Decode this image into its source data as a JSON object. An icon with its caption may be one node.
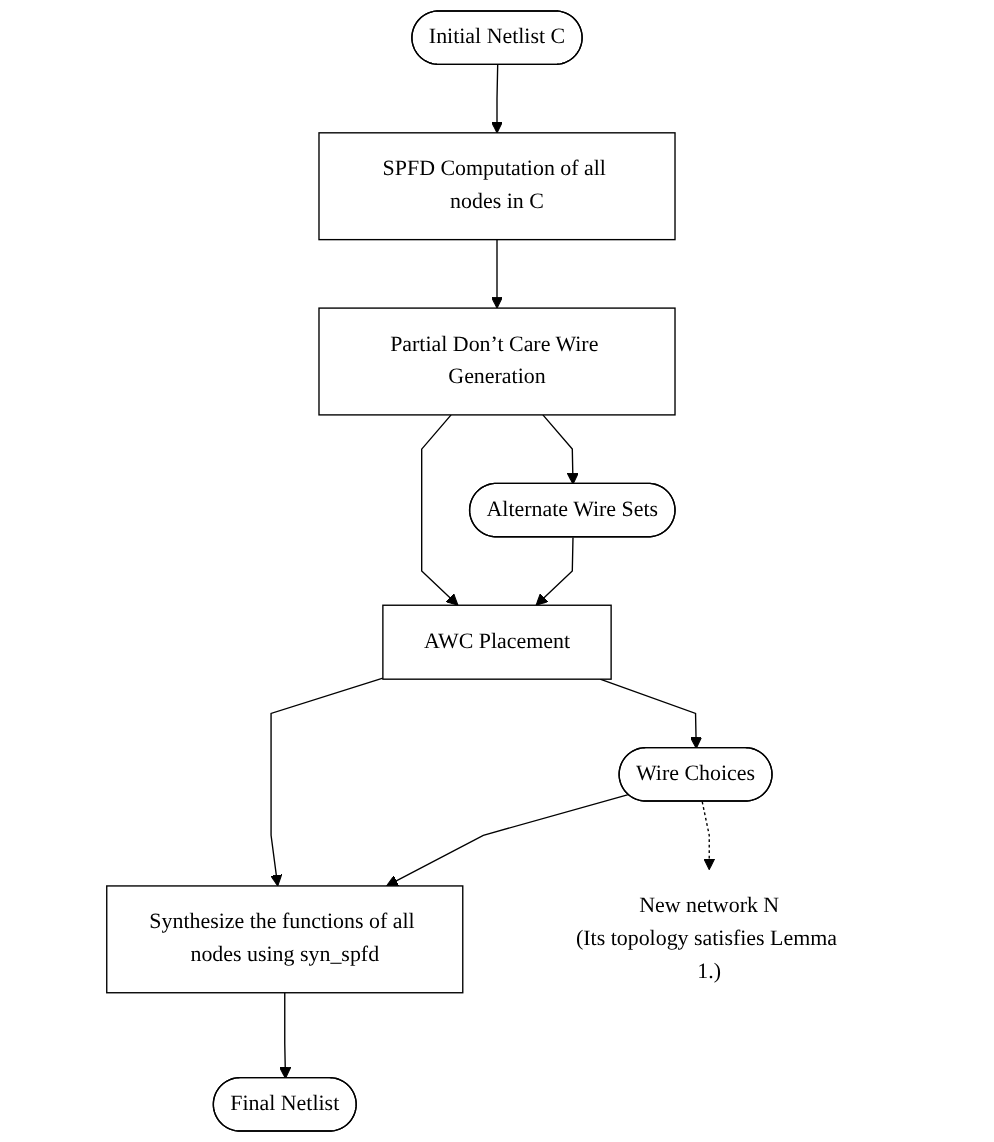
{
  "diagram": {
    "nodes": [
      {
        "text": [
          "Initial Netlist C"
        ]
      },
      {
        "text": [
          "SPFD Computation of all nodes in C"
        ]
      },
      {
        "text": [
          "Partial Don’t Care Wire Generation"
        ]
      },
      {
        "text": [
          "Alternate Wire Sets"
        ]
      },
      {
        "text": [
          "AWC Placement"
        ]
      },
      {
        "text": [
          "Wire Choices"
        ]
      },
      {
        "text": [
          "Synthesize the functions of all nodes using syn_spfd"
        ]
      },
      {
        "text": [
          "Final Netlist"
        ]
      },
      {
        "text": [
          "New network N",
          "(Its topology satisfies Lemma 1.)"
        ]
      }
    ],
    "edges": [
      {
        "from": 0,
        "to": 1,
        "arrow": "to"
      },
      {
        "from": 1,
        "to": 2,
        "arrow": "to"
      },
      {
        "from": 2,
        "to": 4,
        "arrow": "to"
      },
      {
        "from": 2,
        "to": 3,
        "arrow": "to"
      },
      {
        "from": 3,
        "to": 4,
        "arrow": "to"
      },
      {
        "from": 4,
        "to": 6,
        "arrow": "to"
      },
      {
        "from": 4,
        "to": 5,
        "arrow": "to"
      },
      {
        "from": 5,
        "to": 6,
        "arrow": "to"
      },
      {
        "from": 6,
        "to": 7,
        "arrow": "to"
      },
      {
        "from": 5,
        "to": 8,
        "arrow": "to",
        "style": "dashed"
      }
    ]
  }
}
